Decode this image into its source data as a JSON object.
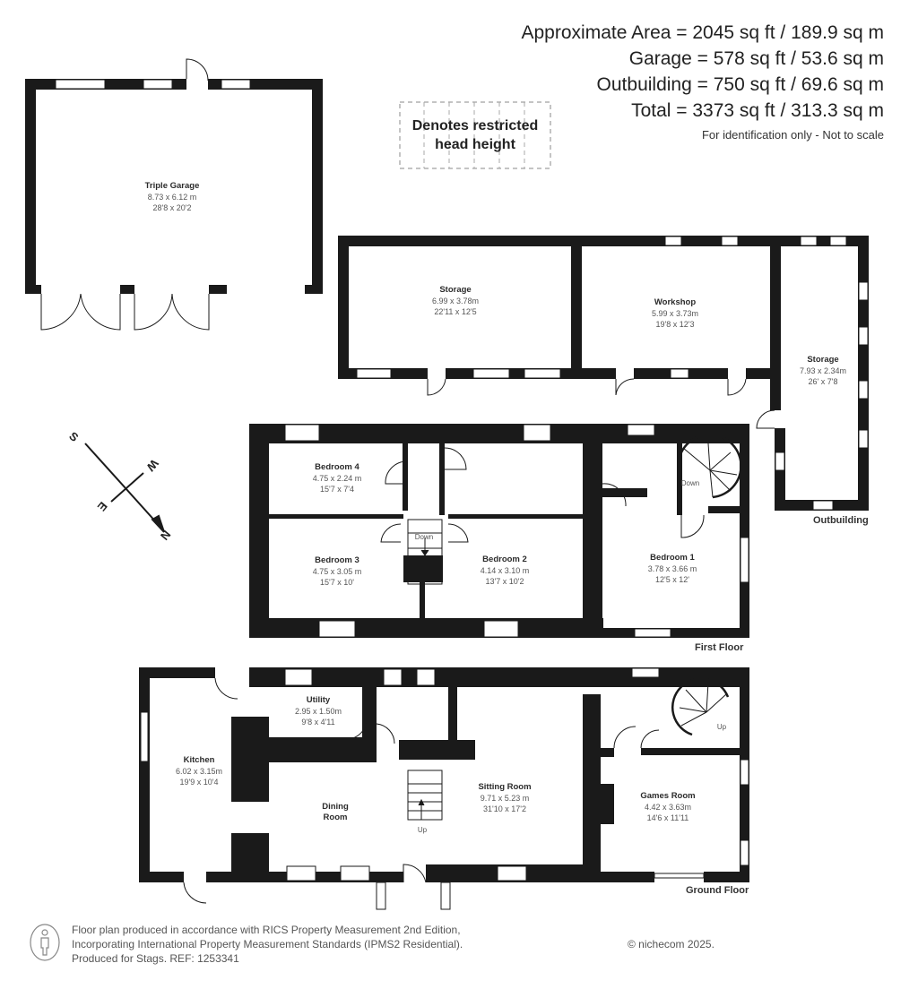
{
  "areas": {
    "lines": [
      "Approximate Area = 2045 sq ft / 189.9 sq m",
      "Garage = 578 sq ft / 53.6 sq m",
      "Outbuilding = 750 sq ft / 69.6 sq m",
      "Total = 3373 sq ft / 313.3 sq m"
    ],
    "note": "For identification only - Not to scale"
  },
  "legend": {
    "line1": "Denotes restricted",
    "line2": "head height"
  },
  "compass": {
    "north": "N",
    "south": "S",
    "east": "E",
    "west": "W"
  },
  "garage": {
    "name": "Triple Garage",
    "metric": "8.73 x 6.12 m",
    "imperial": "28'8 x 20'2"
  },
  "outbuilding": {
    "label": "Outbuilding",
    "rooms": [
      {
        "name": "Storage",
        "metric": "6.99 x 3.78m",
        "imperial": "22'11 x 12'5"
      },
      {
        "name": "Workshop",
        "metric": "5.99 x 3.73m",
        "imperial": "19'8 x 12'3"
      },
      {
        "name": "Storage",
        "metric": "7.93 x 2.34m",
        "imperial": "26' x 7'8"
      }
    ]
  },
  "first_floor": {
    "label": "First Floor",
    "rooms": [
      {
        "name": "Bedroom 4",
        "metric": "4.75 x 2.24 m",
        "imperial": "15'7 x 7'4"
      },
      {
        "name": "Bedroom 3",
        "metric": "4.75  x 3.05 m",
        "imperial": "15'7 x 10'"
      },
      {
        "name": "Bedroom 2",
        "metric": "4.14 x 3.10 m",
        "imperial": "13'7 x 10'2"
      },
      {
        "name": "Bedroom 1",
        "metric": "3.78 x 3.66 m",
        "imperial": "12'5 x 12'"
      }
    ],
    "stairs_label": "Down",
    "spiral_label": "Down"
  },
  "ground_floor": {
    "label": "Ground Floor",
    "rooms": [
      {
        "name": "Kitchen",
        "metric": "6.02 x 3.15m",
        "imperial": "19'9 x 10'4"
      },
      {
        "name": "Utility",
        "metric": "2.95 x 1.50m",
        "imperial": "9'8 x 4'11"
      },
      {
        "name": "Dining",
        "name2": "Room"
      },
      {
        "name": "Sitting Room",
        "metric": "9.71 x 5.23 m",
        "imperial": "31'10 x 17'2"
      },
      {
        "name": "Games Room",
        "metric": "4.42 x 3.63m",
        "imperial": "14'6 x 11'11"
      }
    ],
    "stairs_label": "Up",
    "spiral_label": "Up"
  },
  "footer": {
    "line1": "Floor plan produced in accordance with RICS Property Measurement 2nd Edition,",
    "line2": "Incorporating International Property Measurement Standards (IPMS2 Residential).",
    "line3": "Produced for Stags.   REF: 1253341",
    "copyright": "© nichecom 2025."
  },
  "colors": {
    "wall": "#1a1a1a",
    "text": "#222222",
    "dim_text": "#555555",
    "background": "#ffffff"
  }
}
